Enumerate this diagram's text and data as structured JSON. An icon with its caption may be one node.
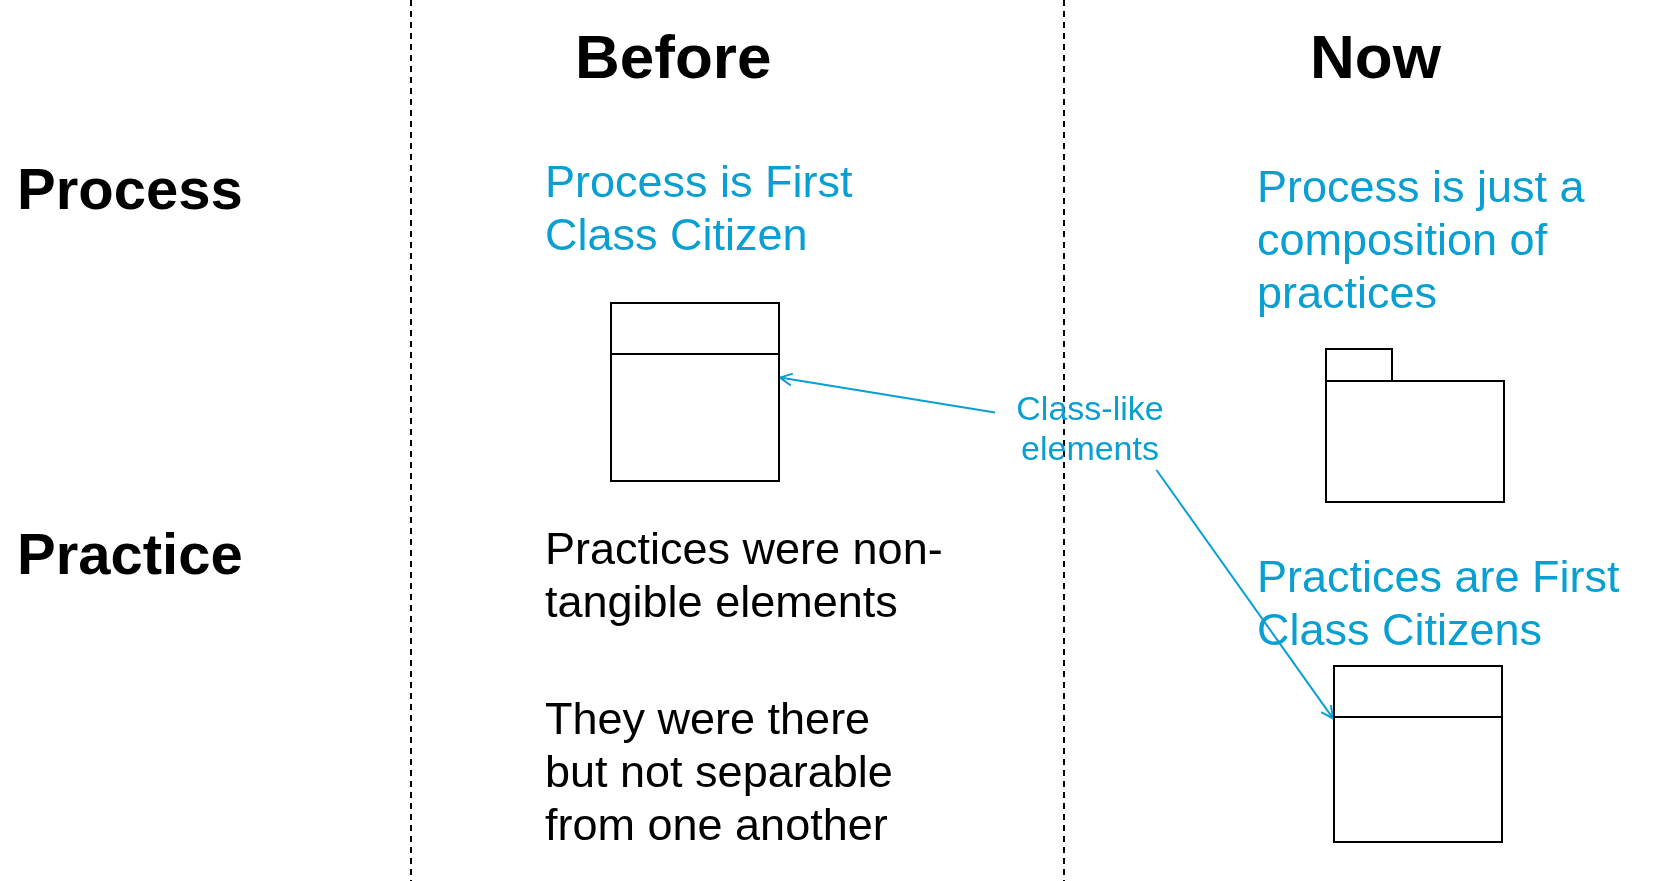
{
  "diagram": {
    "nodes": [
      {
        "text": [],
        "shape": "box"
      },
      {
        "text": [],
        "shape": "folder"
      },
      {
        "text": [
          "Class-like elements"
        ]
      },
      {
        "text": [],
        "shape": "box"
      }
    ],
    "edges": [
      {
        "from": 2,
        "to": 0,
        "arrow": "to"
      },
      {
        "from": 2,
        "to": 3,
        "arrow": "to"
      }
    ],
    "labels": [
      "Before",
      "Now",
      "Process",
      "Process is First Class Citizen",
      "Process is just a composition of practices",
      "Practice",
      "Practices were non-tangible elements",
      "Practices are First Class Citizens",
      "They were there but not separable from one another"
    ]
  }
}
